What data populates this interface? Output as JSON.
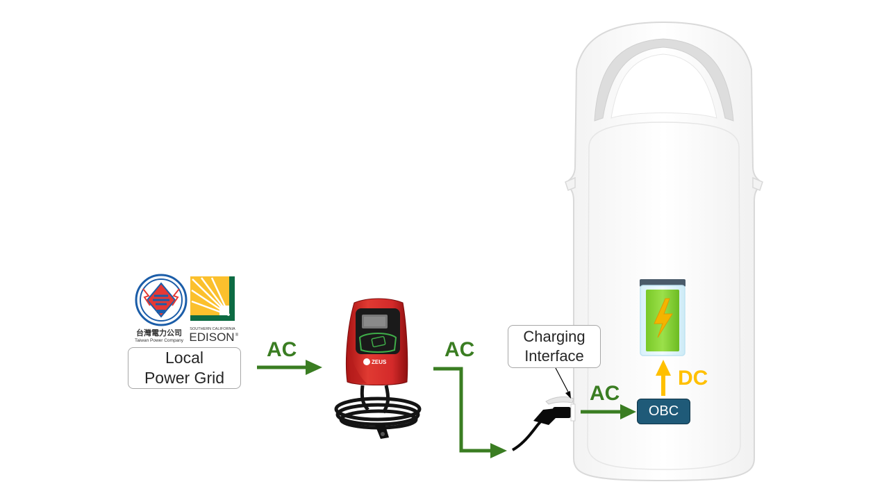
{
  "logos": {
    "taipower": {
      "chinese_name": "台灣電力公司",
      "english_name": "Taiwan Power Company",
      "color": "#1b5da8"
    },
    "edison": {
      "top_text": "SOUTHERN CALIFORNIA",
      "name": "EDISON",
      "mark": "®",
      "yellow": "#fbc02d",
      "green": "#0d6b43"
    }
  },
  "nodes": {
    "grid_label_line1": "Local",
    "grid_label_line2": "Power Grid",
    "charger_brand": "ZEUS",
    "interface_label_line1": "Charging",
    "interface_label_line2": "Interface",
    "obc_label": "OBC"
  },
  "flows": {
    "grid_to_charger": "AC",
    "charger_to_plug": "AC",
    "inlet_to_obc": "AC",
    "obc_to_battery": "DC"
  },
  "colors": {
    "ac_arrow": "#3a7d22",
    "dc_arrow": "#ffc000",
    "charger_red": "#d42a2a",
    "obc_fill": "#1f5a78",
    "battery_green": "#8bd63c",
    "battery_bolt": "#f4b400",
    "car_outline": "#dcdcdc"
  }
}
